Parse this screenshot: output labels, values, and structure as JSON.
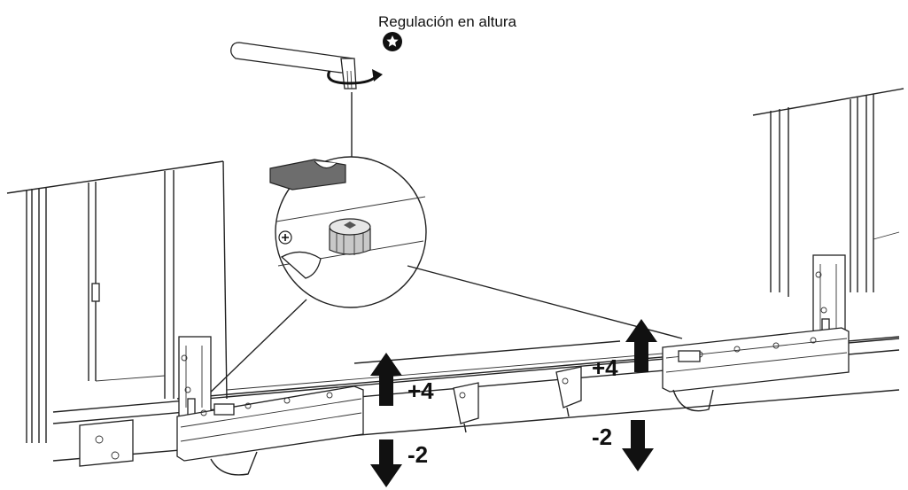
{
  "diagram": {
    "title": "Regulación en altura",
    "left_adjust": {
      "up": "+4",
      "down": "-2"
    },
    "right_adjust": {
      "up": "+4",
      "down": "-2"
    }
  },
  "colors": {
    "ink": "#111111",
    "part_grey": "#c8c8c8",
    "cap_dark": "#6d6d6d"
  },
  "icons": [
    "allen-key-icon",
    "torx-icon",
    "rotation-arrow-icon",
    "phillips-screw-icon",
    "up-arrow-icon",
    "down-arrow-icon"
  ]
}
